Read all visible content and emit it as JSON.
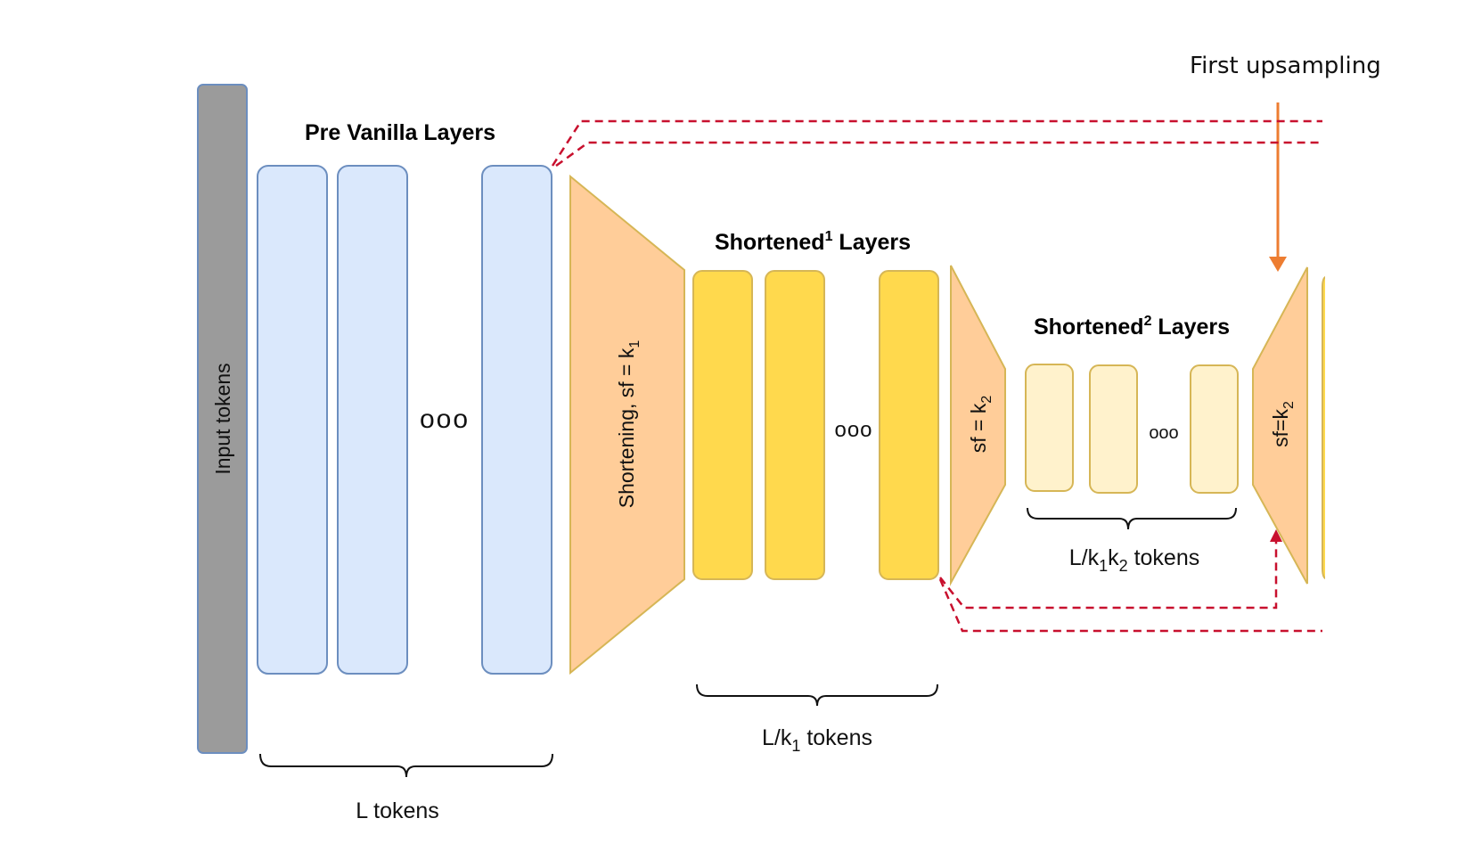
{
  "diagram": {
    "callout": {
      "text": "First upsampling",
      "arrow_color": "#ed7d31"
    },
    "input": {
      "label": "Input tokens",
      "color": "#9b9b9b",
      "border": "#6c8ebf"
    },
    "pre_vanilla": {
      "title": "Pre Vanilla Layers",
      "ellipsis": "ooo",
      "brace_label": "L tokens",
      "fill": "#dae8fc",
      "border": "#6c8ebf"
    },
    "shortening1": {
      "label_main": "Shortening, sf = k",
      "label_sub": "1",
      "fill": "#ffcd99",
      "border": "#d6b656"
    },
    "shortened1": {
      "title_main": "Shortened",
      "title_sup": "1",
      "title_tail": " Layers",
      "ellipsis": "ooo",
      "brace_label_main": "L/k",
      "brace_label_sub": "1",
      "brace_label_tail": " tokens",
      "fill": "#ffd94d",
      "border": "#d6b656"
    },
    "shortening2": {
      "label_main": "sf = k",
      "label_sub": "2",
      "fill": "#ffcd99",
      "border": "#d6b656"
    },
    "shortened2": {
      "title_main": "Shortened",
      "title_sup": "2",
      "title_tail": " Layers",
      "ellipsis": "ooo",
      "brace_label_parts": [
        "L/k",
        "1",
        "k",
        "2",
        " tokens"
      ],
      "fill": "#fff2cc",
      "border": "#d6b656"
    },
    "upsampling1": {
      "label_main": "sf=k",
      "label_sub": "2",
      "fill": "#ffcd99",
      "border": "#d6b656"
    },
    "skip_color": "#c8102e"
  }
}
